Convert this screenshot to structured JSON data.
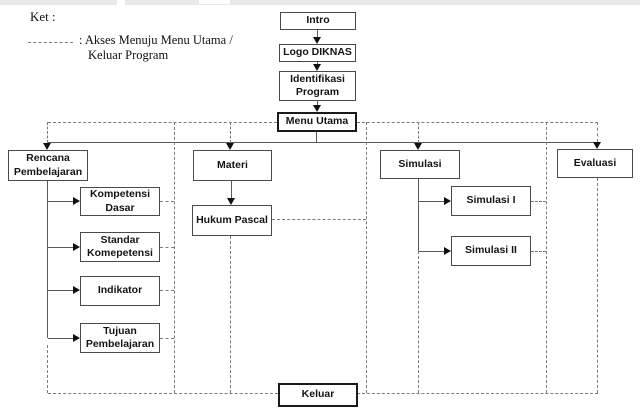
{
  "legend": {
    "title": "Ket :",
    "entry_line1": ": Akses Menuju Menu Utama /",
    "entry_line2": "Keluar Program"
  },
  "nodes": {
    "intro": "Intro",
    "logo_diknas": "Logo DIKNAS",
    "identifikasi_program": "Identifikasi Program",
    "menu_utama": "Menu Utama",
    "rencana_pembelajaran": "Rencana Pembelajaran",
    "kompetensi_dasar": "Kompetensi Dasar",
    "standar_komepetensi": "Standar Komepetensi",
    "indikator": "Indikator",
    "tujuan_pembelajaran": "Tujuan Pembelajaran",
    "materi": "Materi",
    "hukum_pascal": "Hukum Pascal",
    "simulasi": "Simulasi",
    "simulasi_i": "Simulasi I",
    "simulasi_ii": "Simulasi II",
    "evaluasi": "Evaluasi",
    "keluar": "Keluar"
  },
  "colors": {
    "background": "#ffffff",
    "solid_line": "#5a5a5a",
    "dashed_line": "#7c7c7c",
    "box_border": "#4a4a4a",
    "emphasis_border": "#1a1a1a",
    "text": "#141414",
    "top_strip": "#e9e9e7"
  },
  "semantics": {
    "dashed_meaning": "Akses Menuju Menu Utama / Keluar Program",
    "edges_solid": [
      [
        "Intro",
        "Logo DIKNAS"
      ],
      [
        "Logo DIKNAS",
        "Identifikasi Program"
      ],
      [
        "Identifikasi Program",
        "Menu Utama"
      ],
      [
        "Menu Utama",
        "Rencana Pembelajaran"
      ],
      [
        "Menu Utama",
        "Materi"
      ],
      [
        "Menu Utama",
        "Simulasi"
      ],
      [
        "Menu Utama",
        "Evaluasi"
      ],
      [
        "Rencana Pembelajaran",
        "Kompetensi Dasar"
      ],
      [
        "Rencana Pembelajaran",
        "Standar Komepetensi"
      ],
      [
        "Rencana Pembelajaran",
        "Indikator"
      ],
      [
        "Rencana Pembelajaran",
        "Tujuan Pembelajaran"
      ],
      [
        "Materi",
        "Hukum Pascal"
      ],
      [
        "Simulasi",
        "Simulasi I"
      ],
      [
        "Simulasi",
        "Simulasi II"
      ]
    ],
    "edges_dashed_return": [
      [
        "Kompetensi Dasar",
        "Menu Utama"
      ],
      [
        "Standar Komepetensi",
        "Menu Utama"
      ],
      [
        "Indikator",
        "Menu Utama"
      ],
      [
        "Tujuan Pembelajaran",
        "Menu Utama"
      ],
      [
        "Hukum Pascal",
        "Menu Utama"
      ],
      [
        "Simulasi I",
        "Menu Utama"
      ],
      [
        "Simulasi II",
        "Menu Utama"
      ],
      [
        "Evaluasi",
        "Menu Utama"
      ],
      [
        "Menu Utama",
        "Keluar"
      ]
    ]
  }
}
